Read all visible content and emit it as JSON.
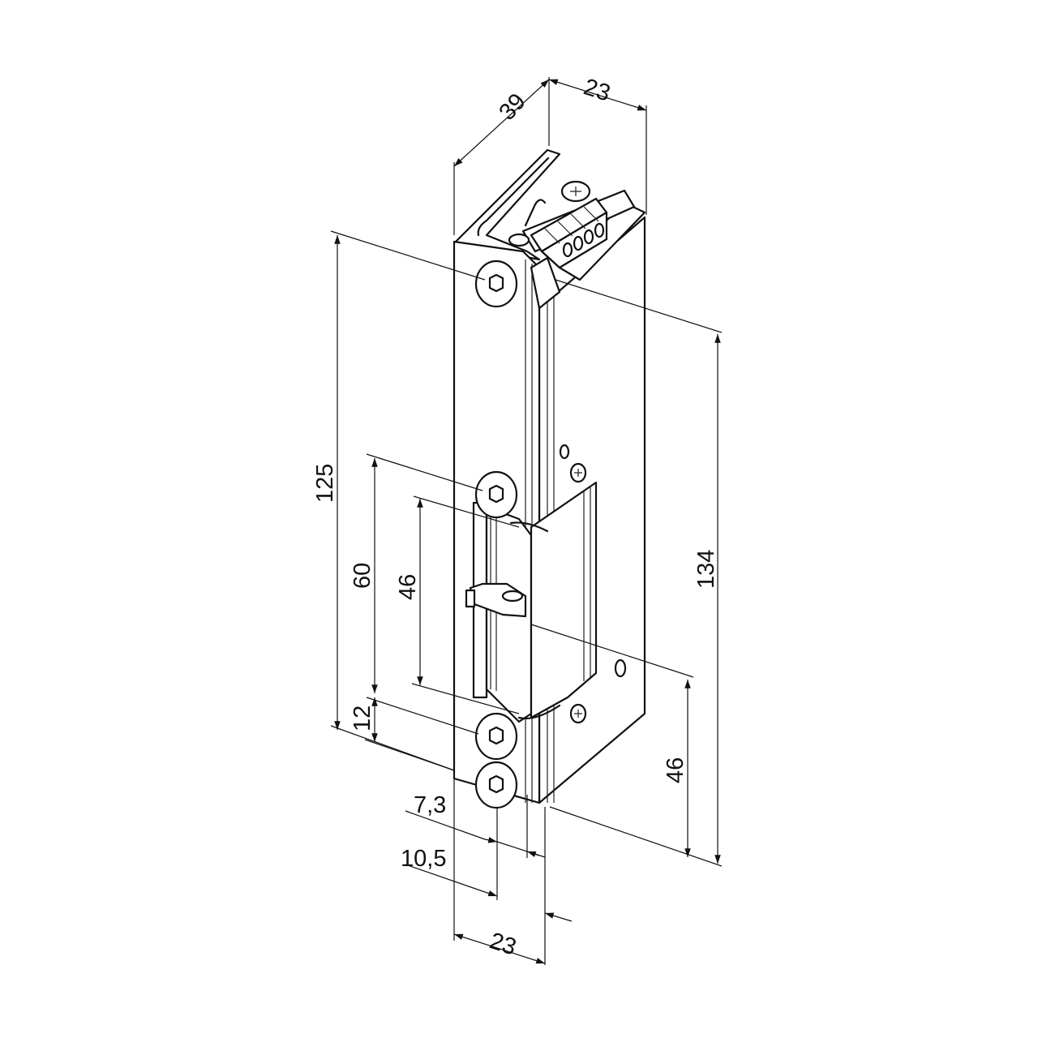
{
  "diagram": {
    "type": "technical-dimension-drawing",
    "subject": "electric door strike (isometric view)",
    "line_color": "#111111",
    "background": "#ffffff",
    "units_implied": "mm"
  },
  "dimensions": {
    "top_depth": "39",
    "top_width": "23",
    "overall_height_faceplate": "125",
    "overall_height_body": "134",
    "latch_zone_height": "60",
    "latch_opening_height": "46",
    "bottom_offset": "12",
    "right_lower_height": "46",
    "screw_offset_a": "7,3",
    "screw_offset_b": "10,5",
    "bottom_width": "23"
  },
  "components": [
    {
      "name": "faceplate",
      "screws": 4
    },
    {
      "name": "body"
    },
    {
      "name": "latch (trap)"
    },
    {
      "name": "terminal block",
      "terminals": 4
    }
  ]
}
